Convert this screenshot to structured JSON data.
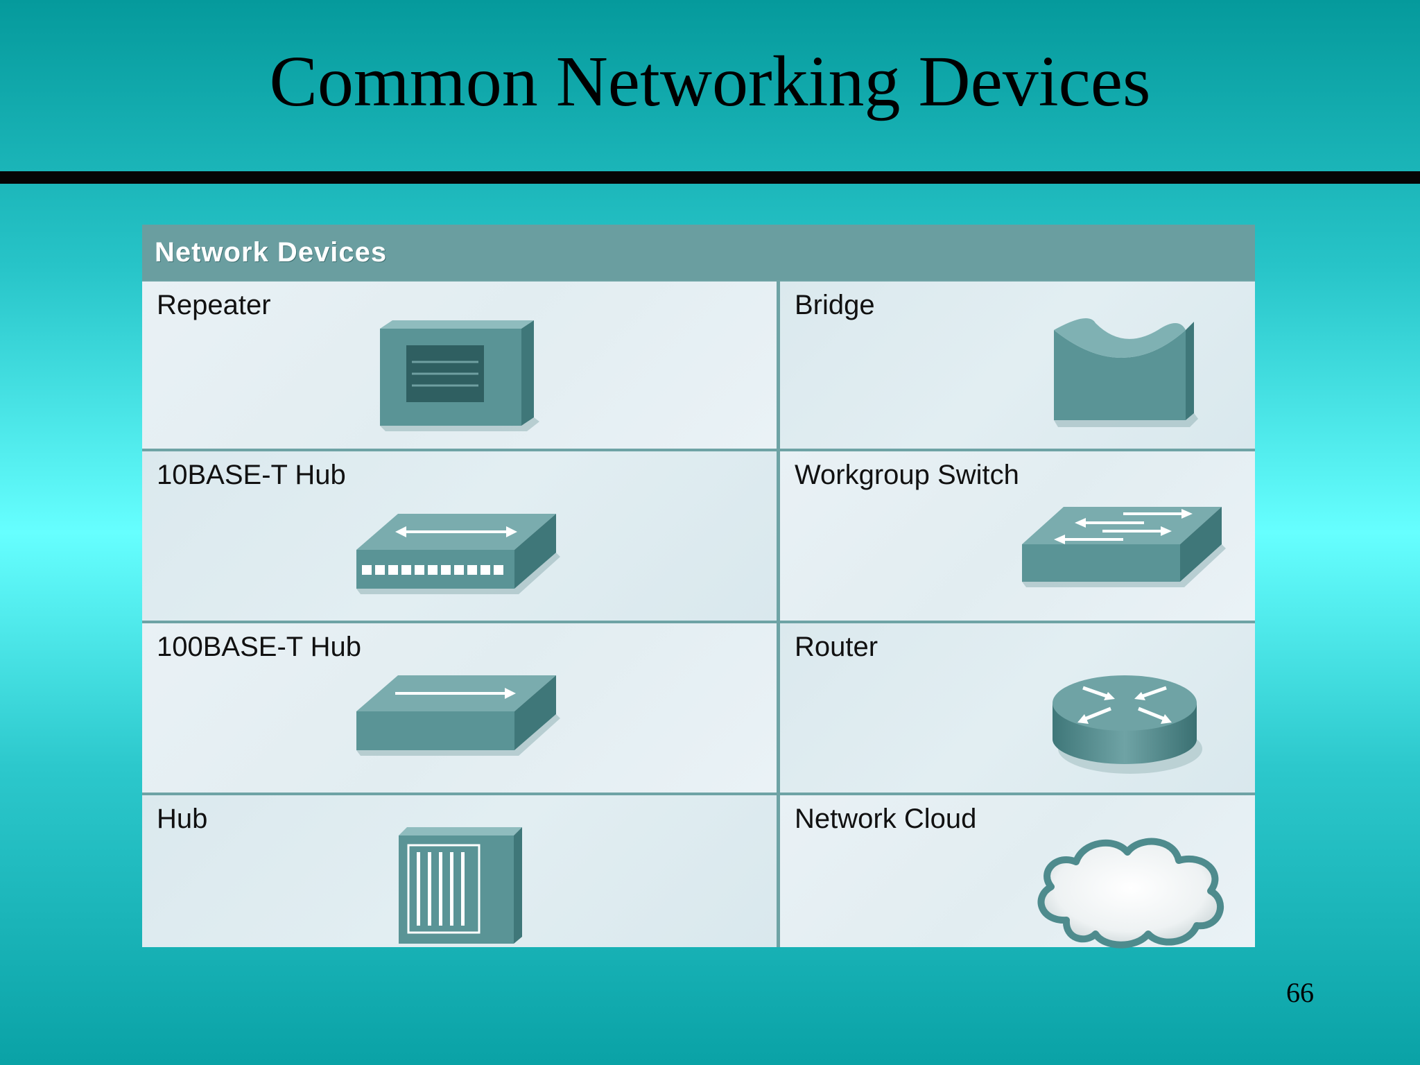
{
  "slide": {
    "title": "Common Networking Devices",
    "page_number": "66"
  },
  "panel": {
    "header": "Network Devices",
    "devices": [
      {
        "label": "Repeater",
        "icon": "repeater-icon"
      },
      {
        "label": "Bridge",
        "icon": "bridge-icon"
      },
      {
        "label": "10BASE-T Hub",
        "icon": "hub-10baset-icon"
      },
      {
        "label": "Workgroup Switch",
        "icon": "workgroup-switch-icon"
      },
      {
        "label": "100BASE-T Hub",
        "icon": "hub-100baset-icon"
      },
      {
        "label": "Router",
        "icon": "router-icon"
      },
      {
        "label": "Hub",
        "icon": "hub-icon"
      },
      {
        "label": "Network Cloud",
        "icon": "network-cloud-icon"
      }
    ]
  },
  "colors": {
    "device_body": "#4e8b8d",
    "device_top": "#78aaac",
    "device_side": "#3c7476",
    "panel_header": "#6a9ea0",
    "rule": "#050505"
  }
}
